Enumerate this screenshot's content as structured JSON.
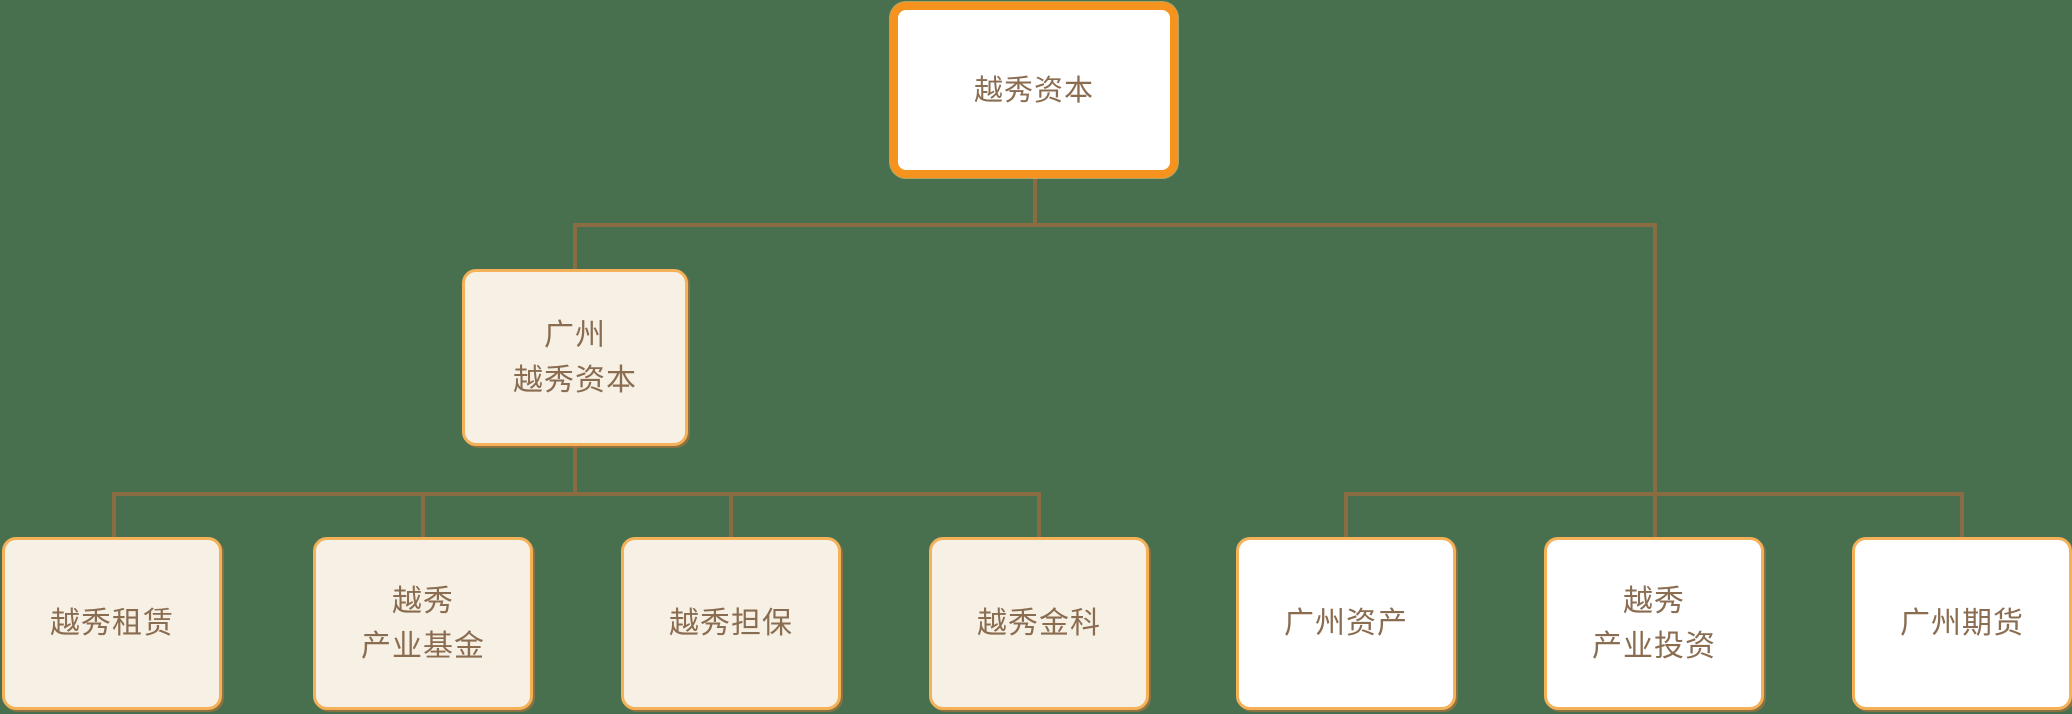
{
  "diagram": {
    "type": "org-chart",
    "description": "Corporate structure chart of Yuexiu Capital and its subsidiaries"
  },
  "colors": {
    "bg": "#48704F",
    "line": "#8A6C43",
    "root-border": "#F6921E",
    "child-border": "#F5B158",
    "cream-fill": "#F7F1E5",
    "white-fill": "#FFFFFF",
    "text": "#8A6C50"
  },
  "nodes": {
    "root": {
      "label": "越秀资本"
    },
    "l2": {
      "label": "广州\n越秀资本"
    },
    "c1": {
      "label": "越秀租赁"
    },
    "c2": {
      "label": "越秀\n产业基金"
    },
    "c3": {
      "label": "越秀担保"
    },
    "c4": {
      "label": "越秀金科"
    },
    "c5": {
      "label": "广州资产"
    },
    "c6": {
      "label": "越秀\n产业投资"
    },
    "c7": {
      "label": "广州期货"
    }
  },
  "hierarchy": {
    "root": "越秀资本",
    "branches": [
      {
        "node": "广州越秀资本",
        "children": [
          "越秀租赁",
          "越秀产业基金",
          "越秀担保",
          "越秀金科"
        ]
      },
      {
        "node": null,
        "children": [
          "广州资产",
          "越秀产业投资",
          "广州期货"
        ]
      }
    ]
  }
}
